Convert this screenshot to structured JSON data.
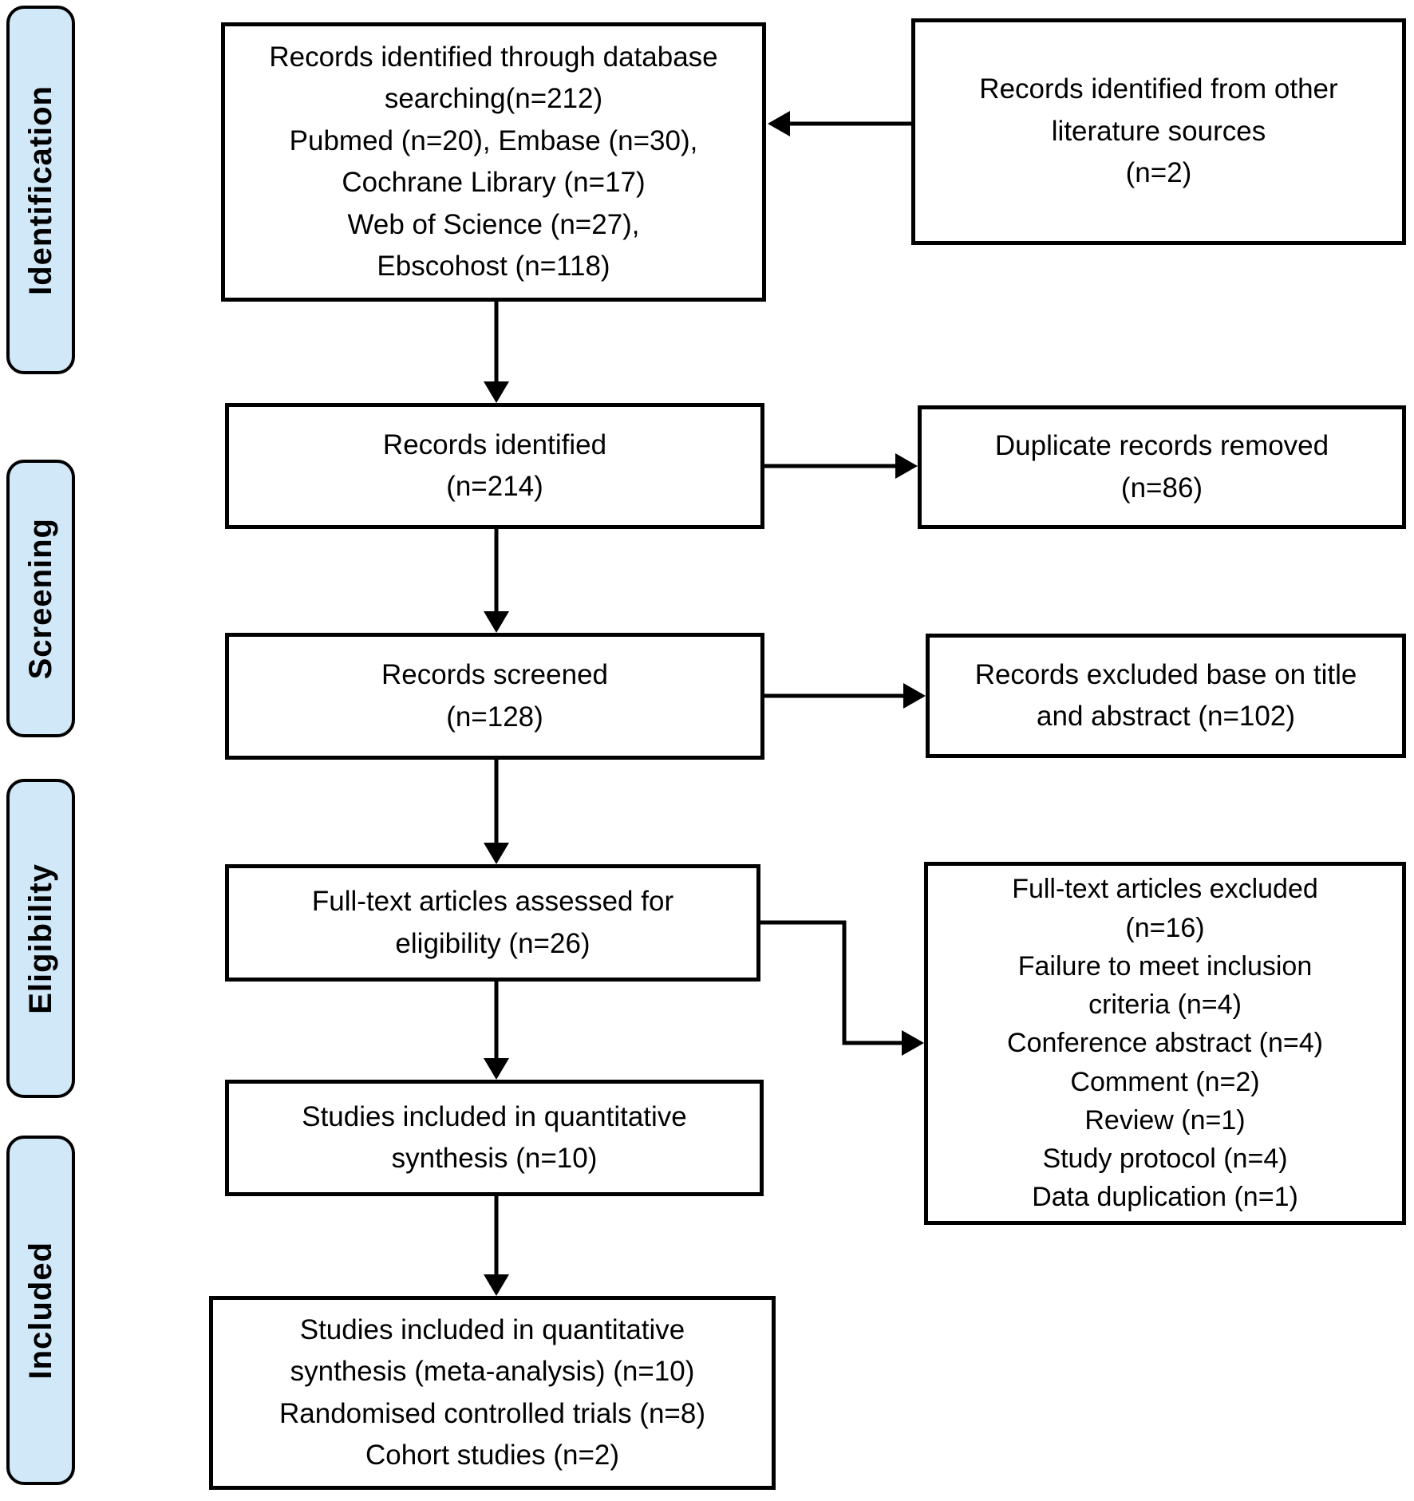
{
  "stages": [
    {
      "label": "Identification"
    },
    {
      "label": "Screening"
    },
    {
      "label": "Eligibility"
    },
    {
      "label": "Included"
    }
  ],
  "boxes": {
    "db_search": {
      "lines": [
        "Records identified through database",
        "searching(n=212)",
        "Pubmed (n=20), Embase (n=30),",
        "Cochrane Library (n=17)",
        "Web of Science (n=27),",
        "Ebscohost (n=118)"
      ]
    },
    "other_sources": {
      "lines": [
        "Records identified from other",
        "literature sources",
        "(n=2)"
      ]
    },
    "records_identified": {
      "lines": [
        "Records identified",
        "(n=214)"
      ]
    },
    "duplicates_removed": {
      "lines": [
        "Duplicate records removed",
        "(n=86)"
      ]
    },
    "records_screened": {
      "lines": [
        "Records screened",
        "(n=128)"
      ]
    },
    "records_excluded": {
      "lines": [
        "Records excluded base on title",
        "and abstract (n=102)"
      ]
    },
    "fulltext_assessed": {
      "lines": [
        "Full-text articles assessed for",
        "eligibility (n=26)"
      ]
    },
    "fulltext_excluded": {
      "lines": [
        "Full-text articles excluded",
        "(n=16)",
        "Failure to meet inclusion",
        "criteria (n=4)",
        "Conference abstract (n=4)",
        "Comment (n=2)",
        "Review (n=1)",
        "Study protocol (n=4)",
        "Data duplication (n=1)"
      ]
    },
    "quant_synthesis": {
      "lines": [
        "Studies included in quantitative",
        "synthesis (n=10)"
      ]
    },
    "meta_analysis": {
      "lines": [
        "Studies included in quantitative",
        "synthesis (meta-analysis) (n=10)",
        "Randomised controlled trials (n=8)",
        "Cohort studies (n=2)"
      ]
    }
  },
  "colors": {
    "stage_fill": "#d0e8f8",
    "border": "#000000",
    "background": "#ffffff"
  }
}
